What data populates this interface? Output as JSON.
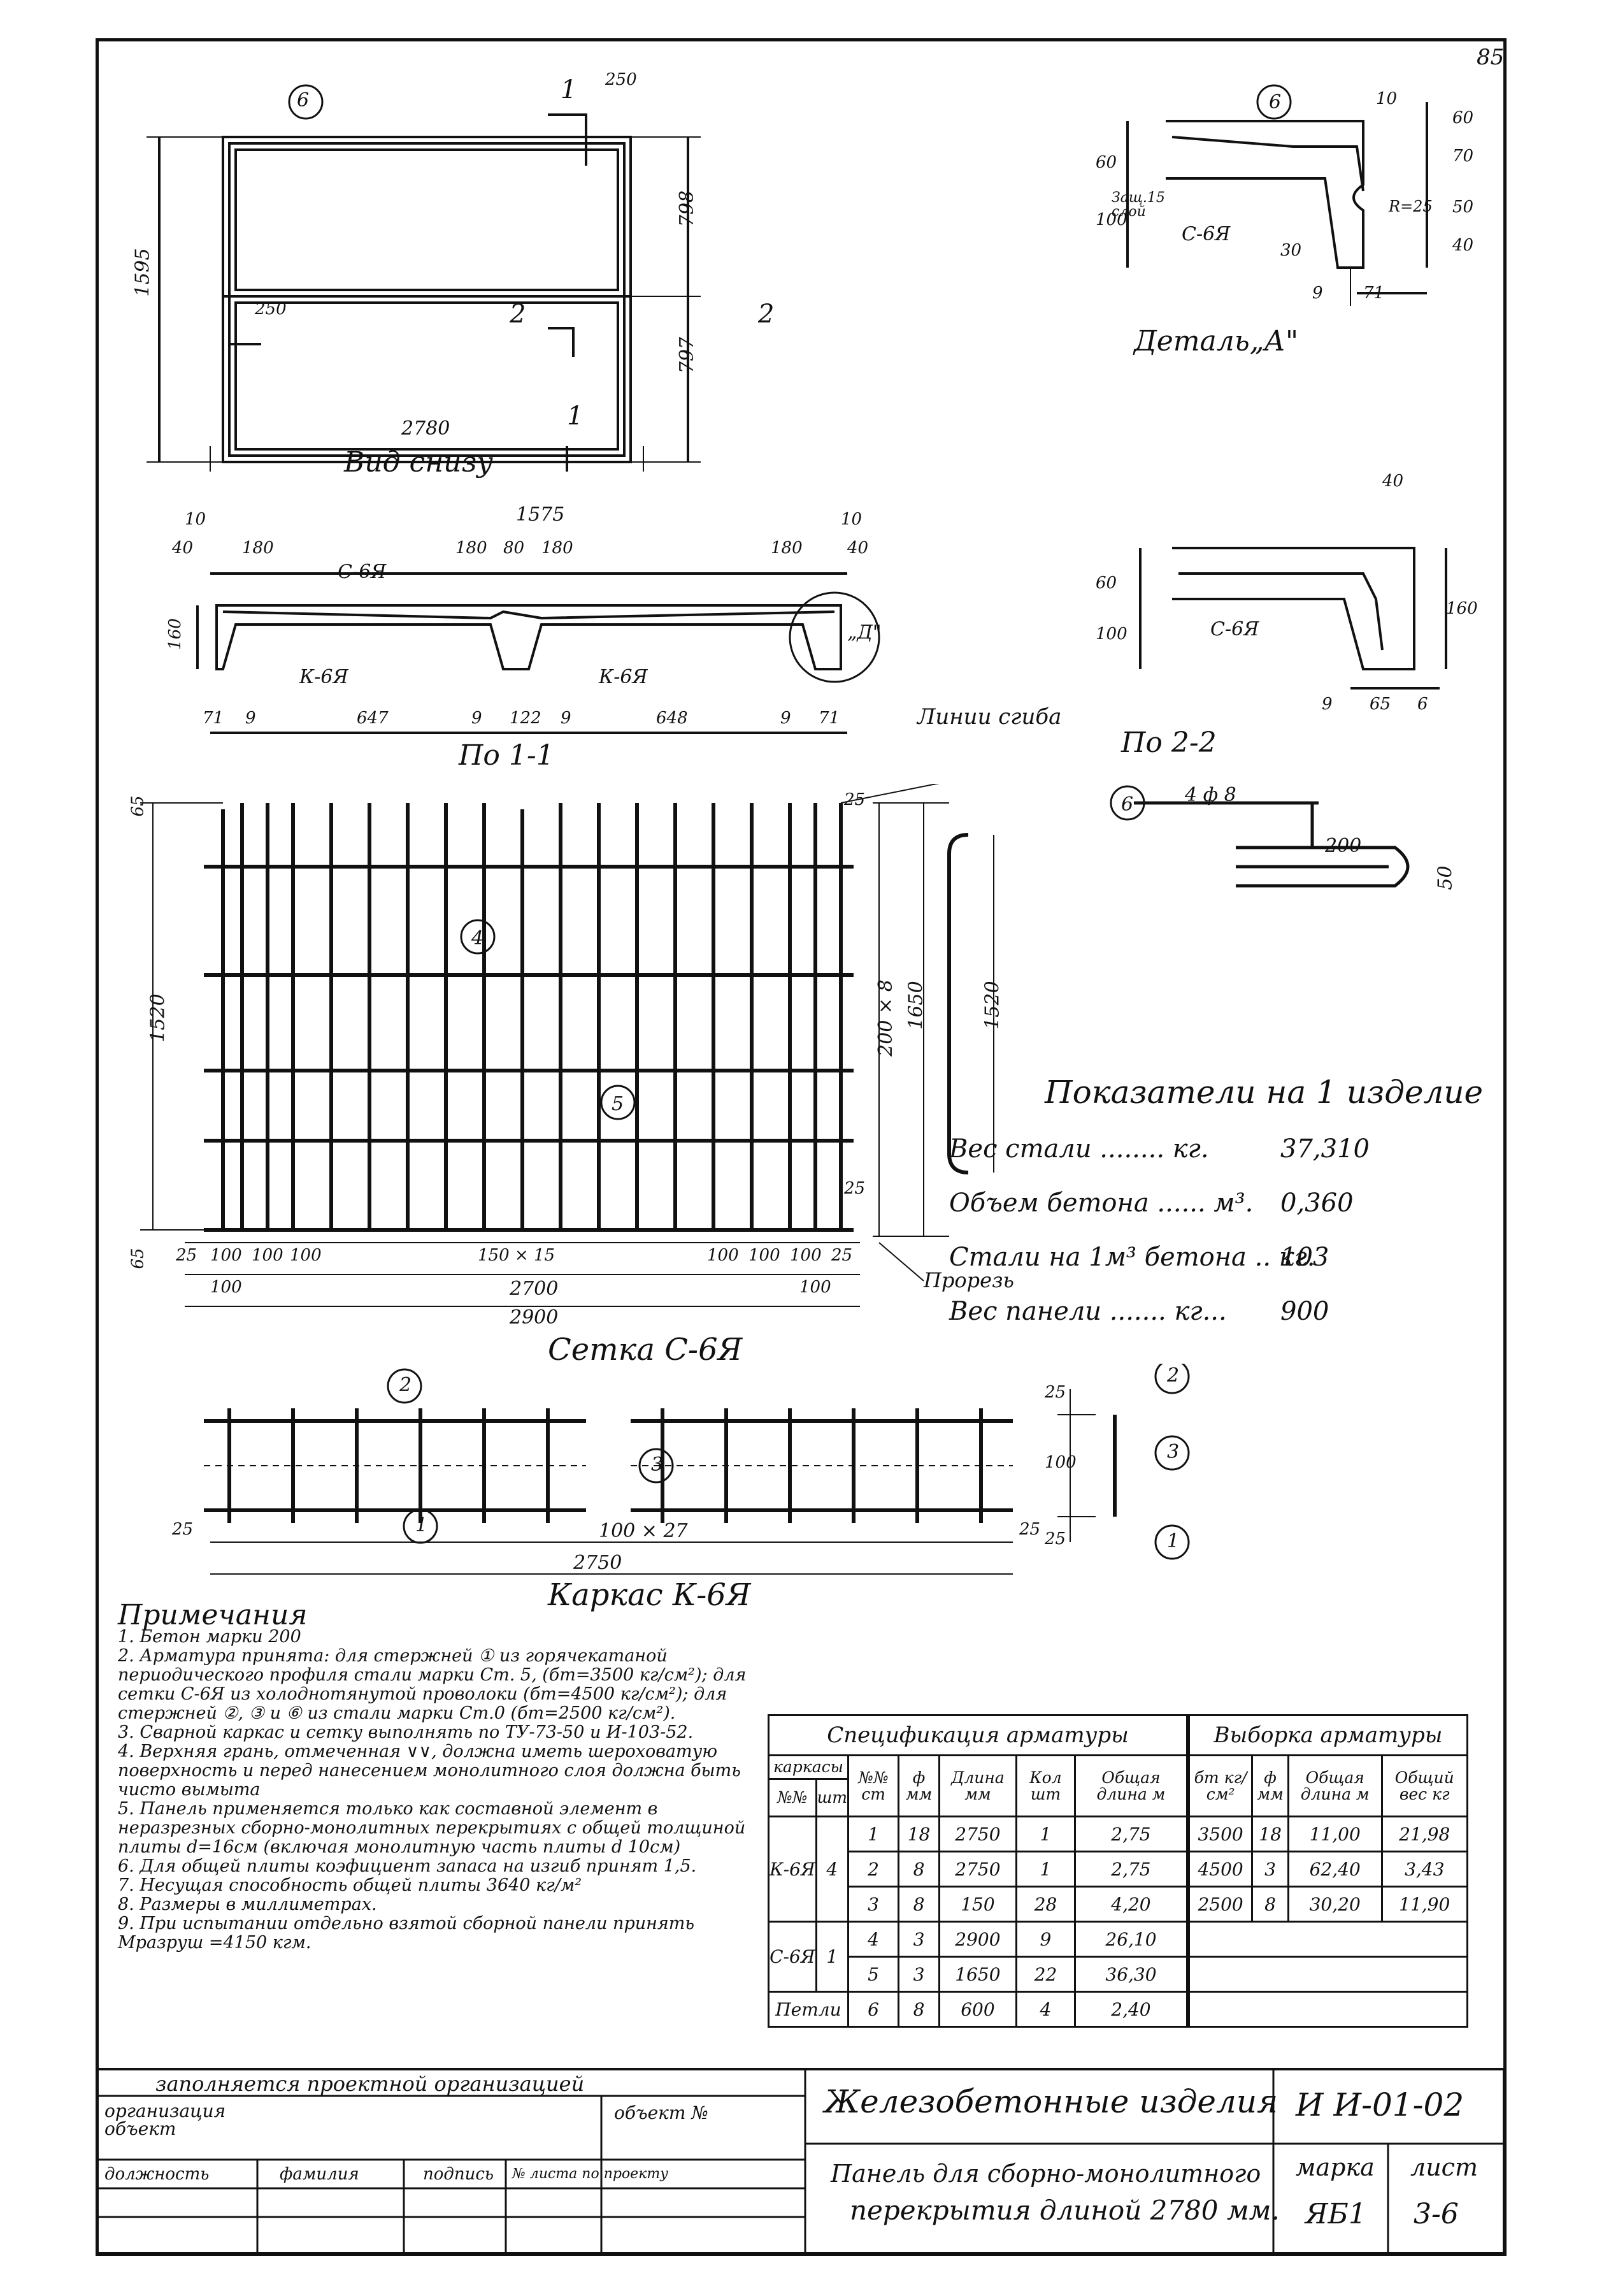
{
  "page_number": "85",
  "drawings": {
    "bottom_view": {
      "title": "Вид снизу",
      "dim_total_width": "2780",
      "dim_total_height": "1595",
      "dim_top_half": "798",
      "dim_bottom_half": "797",
      "dim_edge_top": "250",
      "dim_edge_left": "250",
      "section_marks": [
        "1",
        "1",
        "2",
        "2"
      ],
      "callout": "6"
    },
    "detail_a": {
      "title": "Деталь„А\"",
      "dims": [
        "10",
        "60",
        "70",
        "50",
        "40",
        "100",
        "60",
        "9",
        "71",
        "30"
      ],
      "radius": "R=25",
      "layer_label": "Защ.15 слой",
      "mesh": "С-6Я",
      "callout": "6"
    },
    "section_1_1": {
      "title": "По 1-1",
      "overall": "1575",
      "dims_top": [
        "10",
        "40",
        "180",
        "180",
        "80",
        "180",
        "180",
        "10",
        "40"
      ],
      "dims_bottom": [
        "71",
        "9",
        "647",
        "9",
        "122",
        "9",
        "648",
        "9",
        "71"
      ],
      "height": "160",
      "mesh": "С-6Я",
      "frames": [
        "К-6Я",
        "К-6Я"
      ],
      "detail_ref": "„Д\""
    },
    "section_2_2": {
      "title": "По 2-2",
      "dims": [
        "40",
        "60",
        "100",
        "160",
        "9",
        "65",
        "6"
      ],
      "mesh": "С-6Я"
    },
    "loop": {
      "callout": "6",
      "spec": "4 ф 8",
      "dims": [
        "200",
        "50"
      ]
    },
    "mesh_c6": {
      "title": "Сетка С-6Я",
      "label_bend": "Линии сгиба",
      "label_cut": "Прорезь",
      "dims_bottom": [
        "25",
        "100",
        "100",
        "100",
        "150 × 15",
        "100",
        "100",
        "100",
        "25"
      ],
      "dim_2700": "2700",
      "dim_2900": "2900",
      "dim_edge": "100",
      "dims_left": [
        "65",
        "1520",
        "65"
      ],
      "dims_right": [
        "25",
        "200 × 8",
        "1650",
        "25"
      ],
      "section_height": "1520",
      "callouts": [
        "4",
        "5"
      ]
    },
    "frame_k6": {
      "title": "Каркас К-6Я",
      "callouts": [
        "2",
        "3",
        "1"
      ],
      "dims": [
        "25",
        "100 × 27",
        "25",
        "2750"
      ],
      "side_dims": [
        "25",
        "100",
        "25"
      ]
    }
  },
  "indicators": {
    "title": "Показатели на 1 изделие",
    "rows": [
      {
        "label": "Вес стали ........ кг.",
        "value": "37,310"
      },
      {
        "label": "Объем бетона ...... м³.",
        "value": "0,360"
      },
      {
        "label": "Стали на 1м³ бетона .. кг.",
        "value": "103"
      },
      {
        "label": "Вес панели ....... кг...",
        "value": "900"
      }
    ]
  },
  "notes": {
    "title": "Примечания",
    "items": [
      "1. Бетон марки 200",
      "2. Арматура принята: для стержней ① из горячекатаной периодического профиля стали марки Ст. 5, (бт=3500 кг/см²); для сетки С-6Я из холоднотянутой проволоки (бт=4500 кг/см²); для стержней ②, ③ и ⑥ из стали марки Ст.0 (бт=2500 кг/см²).",
      "3. Сварной каркас и сетку выполнять по ТУ-73-50 и И-103-52.",
      "4. Верхняя грань, отмеченная ∨∨, должна иметь шероховатую поверхность и перед нанесением монолитного слоя должна быть чисто вымыта",
      "5. Панель применяется только как составной элемент в неразрезных сборно-монолитных перекрытиях с общей толщиной плиты d=16см (включая монолитную часть плиты d 10см)",
      "6. Для общей плиты коэфициент запаса на изгиб принят 1,5.",
      "7. Несущая способность общей плиты 3640 кг/м²",
      "8. Размеры в миллиметрах.",
      "9. При испытании отдельно взятой сборной панели принять Мразруш =4150 кгм."
    ]
  },
  "spec_table": {
    "title": "Спецификация арматуры",
    "head": [
      "каркасы",
      "№№ ст",
      "ф мм",
      "Длина мм",
      "Кол шт",
      "Общая длина м"
    ],
    "head_sub": [
      "№№",
      "шт"
    ],
    "groups": [
      {
        "name": "К-6Я",
        "count": "4",
        "rows": [
          [
            "1",
            "18",
            "2750",
            "1",
            "2,75"
          ],
          [
            "2",
            "8",
            "2750",
            "1",
            "2,75"
          ],
          [
            "3",
            "8",
            "150",
            "28",
            "4,20"
          ]
        ]
      },
      {
        "name": "С-6Я",
        "count": "1",
        "rows": [
          [
            "4",
            "3",
            "2900",
            "9",
            "26,10"
          ],
          [
            "5",
            "3",
            "1650",
            "22",
            "36,30"
          ]
        ]
      },
      {
        "name": "Петли",
        "count": "6",
        "rows": [
          [
            "8",
            "600",
            "4",
            "2,40"
          ]
        ]
      }
    ]
  },
  "selection_table": {
    "title": "Выборка арматуры",
    "head": [
      "бт кг/см²",
      "ф мм",
      "Общая длина м",
      "Общий вес кг"
    ],
    "rows": [
      [
        "3500",
        "18",
        "11,00",
        "21,98"
      ],
      [
        "4500",
        "3",
        "62,40",
        "3,43"
      ],
      [
        "2500",
        "8",
        "30,20",
        "11,90"
      ]
    ]
  },
  "title_block": {
    "filled_by": "заполняется проектной организацией",
    "organization": "организация объект",
    "object_no": "объект №",
    "position": "должность",
    "surname": "фамилия",
    "signature": "подпись",
    "sheet_by_project": "№ листа по проекту",
    "product": "Железобетонные изделия",
    "series": "И И-01-02",
    "description_line1": "Панель для сборно-монолитного",
    "description_line2": "перекрытия длиной 2780 мм.",
    "mark_label": "марка",
    "mark": "ЯБ1",
    "sheet_label": "лист",
    "sheet": "3-6"
  }
}
